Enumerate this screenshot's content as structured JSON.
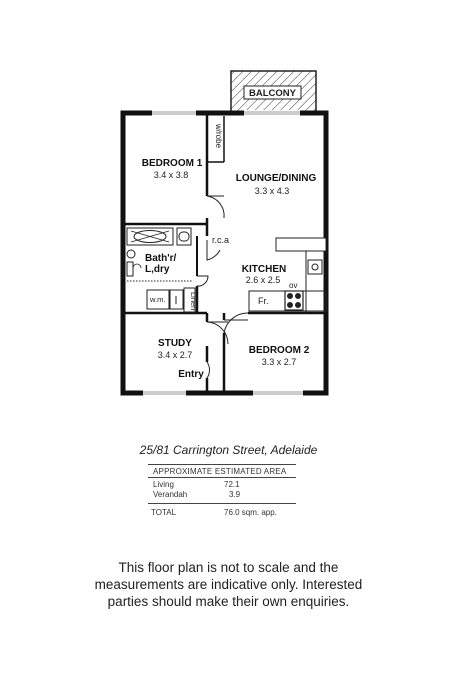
{
  "rooms": {
    "balcony": "BALCONY",
    "wrobe": "w/robe",
    "bedroom1": {
      "name": "BEDROOM 1",
      "dims": "3.4 x 3.8"
    },
    "lounge": {
      "name": "LOUNGE/DINING",
      "dims": "3.3 x 4.3"
    },
    "rca": "r.c.a",
    "bath": {
      "line1": "Bath'r/",
      "line2": "L,dry"
    },
    "kitchen": {
      "name": "KITCHEN",
      "dims": "2.6 x 2.5"
    },
    "wm": "w.m.",
    "linen": "Linen",
    "fridge": "Fr.",
    "oven": "ov",
    "study": {
      "name": "STUDY",
      "dims": "3.4 x 2.7"
    },
    "bedroom2": {
      "name": "BEDROOM 2",
      "dims": "3.3 x 2.7"
    },
    "entry": "Entry"
  },
  "address": "25/81 Carrington Street, Adelaide",
  "area": {
    "heading": "APPROXIMATE ESTIMATED AREA",
    "rows": [
      {
        "label": "Living",
        "value": "72.1"
      },
      {
        "label": "Verandah",
        "value": "3.9"
      }
    ],
    "total": {
      "label": "TOTAL",
      "value": "76.0 sqm. app."
    }
  },
  "disclaimer": {
    "line1": "This floor plan is not to scale and the",
    "line2": "measurements are indicative only. Interested",
    "line3": "parties should make their own enquiries."
  }
}
